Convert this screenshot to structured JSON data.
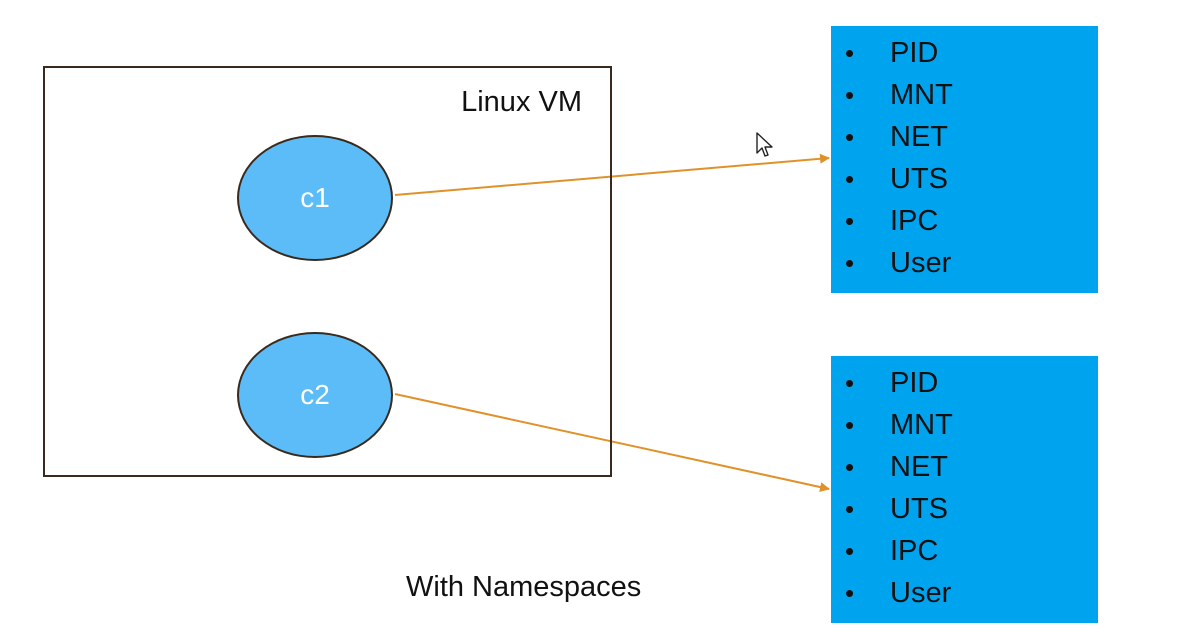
{
  "vm": {
    "label": "Linux VM"
  },
  "containers": [
    {
      "label": "c1"
    },
    {
      "label": "c2"
    }
  ],
  "namespace_panels": [
    {
      "items": [
        "PID",
        "MNT",
        "NET",
        "UTS",
        "IPC",
        "User"
      ]
    },
    {
      "items": [
        "PID",
        "MNT",
        "NET",
        "UTS",
        "IPC",
        "User"
      ]
    }
  ],
  "caption": "With Namespaces",
  "bullet_glyph": "•",
  "colors": {
    "container_fill": "#5bbcf7",
    "panel_fill": "#00a3ee",
    "arrow": "#e0922a",
    "border": "#3a2a1e"
  },
  "icons": {
    "cursor": "mouse-pointer-icon"
  }
}
